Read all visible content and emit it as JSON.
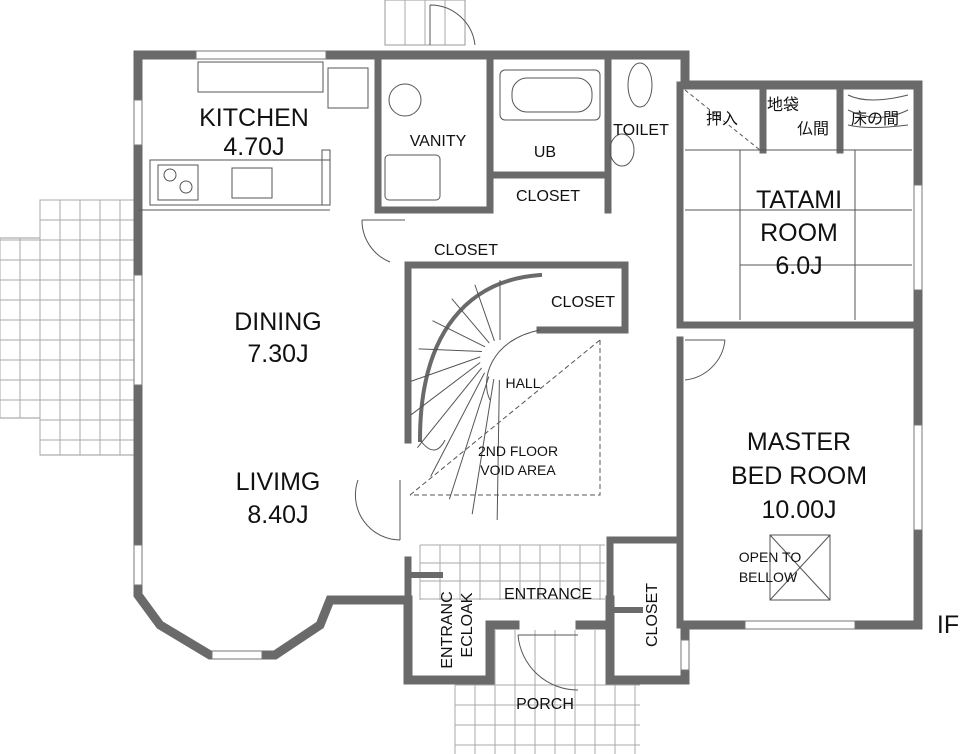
{
  "plan": {
    "floor_label": "IF",
    "rooms": {
      "kitchen": {
        "name": "KITCHEN",
        "size": "4.70J"
      },
      "dining": {
        "name": "DINING",
        "size": "7.30J"
      },
      "living": {
        "name": "LIVIMG",
        "size": "8.40J"
      },
      "vanity": {
        "name": "VANITY"
      },
      "ub": {
        "name": "UB"
      },
      "toilet": {
        "name": "TOILET"
      },
      "closet_bath": {
        "name": "CLOSET"
      },
      "closet_hall": {
        "name": "CLOSET"
      },
      "closet_stair": {
        "name": "CLOSET"
      },
      "oshiire": {
        "name": "押入"
      },
      "jibukuro": {
        "name": "地袋"
      },
      "butsuma": {
        "name": "仏間"
      },
      "tokonoma": {
        "name": "床の間"
      },
      "tatami": {
        "line1": "TATAMI",
        "line2": "ROOM",
        "size": "6.0J"
      },
      "hall": {
        "name": "HALL"
      },
      "void": {
        "line1": "2ND FLOOR",
        "line2": "VOID AREA"
      },
      "master": {
        "line1": "MASTER",
        "line2": "BED ROOM",
        "size": "10.00J"
      },
      "open": {
        "line1": "OPEN TO",
        "line2": "BELLOW"
      },
      "entrance": {
        "name": "ENTRANCE"
      },
      "cloak": {
        "line1": "ENTRANC",
        "line2": "ECLOAK"
      },
      "closet_entry": {
        "name": "CLOSET"
      },
      "porch": {
        "name": "PORCH"
      }
    }
  }
}
